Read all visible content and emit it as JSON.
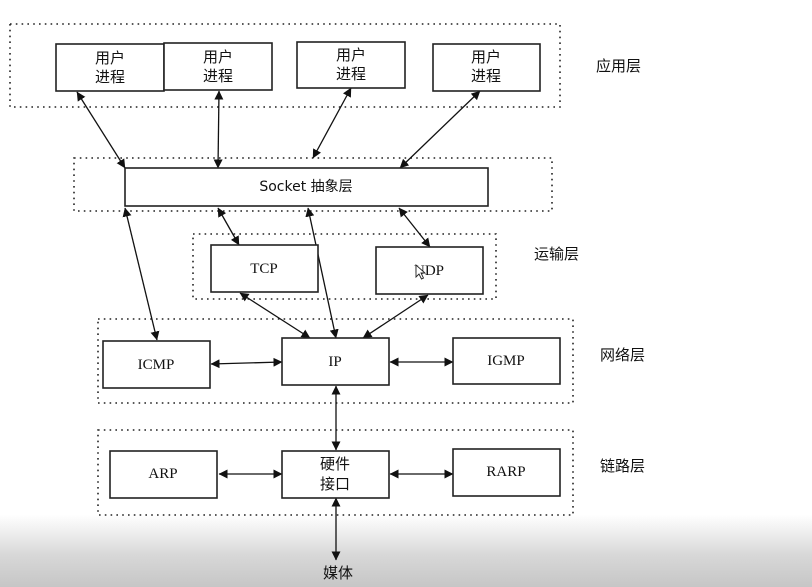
{
  "diagram": {
    "layers": [
      {
        "id": "app",
        "label": "应用层"
      },
      {
        "id": "socket",
        "label": ""
      },
      {
        "id": "transport",
        "label": "运输层"
      },
      {
        "id": "network",
        "label": "网络层"
      },
      {
        "id": "link",
        "label": "链路层"
      }
    ],
    "nodes": [
      {
        "id": "user1",
        "lines": [
          "用户",
          "进程"
        ]
      },
      {
        "id": "user2",
        "lines": [
          "用户",
          "进程"
        ]
      },
      {
        "id": "user3",
        "lines": [
          "用户",
          "进程"
        ]
      },
      {
        "id": "user4",
        "lines": [
          "用户",
          "进程"
        ]
      },
      {
        "id": "socket",
        "lines": [
          "Socket 抽象层"
        ]
      },
      {
        "id": "tcp",
        "lines": [
          "TCP"
        ]
      },
      {
        "id": "udp",
        "lines": [
          "UDP"
        ]
      },
      {
        "id": "icmp",
        "lines": [
          "ICMP"
        ]
      },
      {
        "id": "ip",
        "lines": [
          "IP"
        ]
      },
      {
        "id": "igmp",
        "lines": [
          "IGMP"
        ]
      },
      {
        "id": "arp",
        "lines": [
          "ARP"
        ]
      },
      {
        "id": "hw",
        "lines": [
          "硬件",
          "接口"
        ]
      },
      {
        "id": "rarp",
        "lines": [
          "RARP"
        ]
      },
      {
        "id": "media",
        "lines": [
          "媒体"
        ]
      }
    ],
    "edges": [
      {
        "from": "socket",
        "to": "user1",
        "bidirectional": true
      },
      {
        "from": "socket",
        "to": "user2",
        "bidirectional": true
      },
      {
        "from": "socket",
        "to": "user3",
        "bidirectional": true
      },
      {
        "from": "socket",
        "to": "user4",
        "bidirectional": true
      },
      {
        "from": "socket",
        "to": "tcp",
        "bidirectional": true
      },
      {
        "from": "socket",
        "to": "udp",
        "bidirectional": true
      },
      {
        "from": "socket",
        "to": "icmp",
        "bidirectional": true
      },
      {
        "from": "socket",
        "to": "ip",
        "bidirectional": true
      },
      {
        "from": "tcp",
        "to": "ip",
        "bidirectional": true
      },
      {
        "from": "udp",
        "to": "ip",
        "bidirectional": true
      },
      {
        "from": "icmp",
        "to": "ip",
        "bidirectional": true
      },
      {
        "from": "ip",
        "to": "igmp",
        "bidirectional": true
      },
      {
        "from": "ip",
        "to": "hw",
        "bidirectional": true
      },
      {
        "from": "arp",
        "to": "hw",
        "bidirectional": true
      },
      {
        "from": "hw",
        "to": "rarp",
        "bidirectional": true
      },
      {
        "from": "hw",
        "to": "media",
        "bidirectional": true
      }
    ]
  }
}
